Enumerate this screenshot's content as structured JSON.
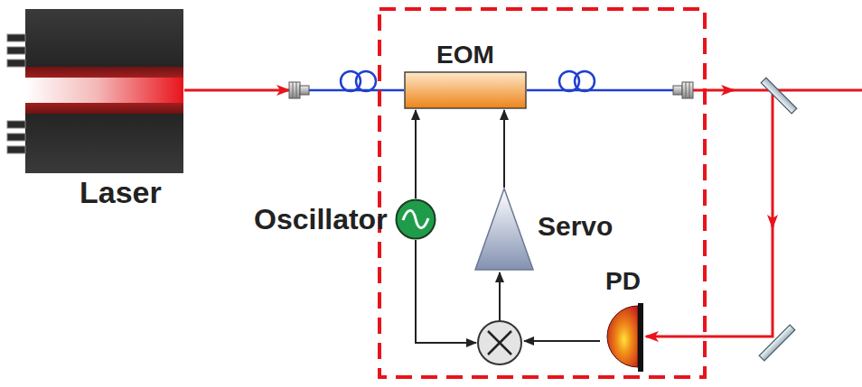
{
  "diagram": {
    "nodes": [
      {
        "text": [
          "Laser"
        ]
      },
      {
        "text": [
          "EOM"
        ]
      },
      {
        "text": [
          "Oscillator"
        ]
      },
      {
        "text": [
          "Servo"
        ]
      },
      {
        "text": [
          "PD"
        ]
      }
    ],
    "edges": [
      {
        "from": 0,
        "to": 1,
        "arrow": "to"
      },
      {
        "from": 2,
        "to": 1,
        "arrow": "to"
      },
      {
        "from": 3,
        "to": 1,
        "arrow": "to"
      },
      {
        "from": 1,
        "to": 4,
        "arrow": "to"
      }
    ]
  }
}
